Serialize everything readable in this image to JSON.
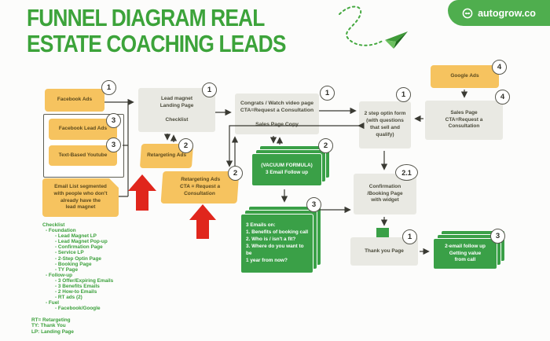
{
  "header": {
    "title_line1": "FUNNEL DIAGRAM REAL",
    "title_line2": "ESTATE COACHING LEADS",
    "brand": "autogrow.co"
  },
  "colors": {
    "accent_green": "#3ca33a",
    "page_green": "#3aa047",
    "box_orange": "#f6c35f",
    "box_gray": "#e9e9e3",
    "arrow_red": "#e0261c"
  },
  "nodes": {
    "facebook_ads": {
      "label": "Facebook Ads",
      "badge": "1"
    },
    "facebook_lead_ads": {
      "label": "Facebook Lead Ads",
      "badge": "3"
    },
    "text_based_youtube": {
      "label": "Text-Based Youtube",
      "badge": "3"
    },
    "email_list": {
      "label": "Email List segmented\nwith people who don't\nalready have the\nlead magnet"
    },
    "lead_magnet": {
      "label": "Lead magnet\nLanding Page\n\nChecklist",
      "badge": "1"
    },
    "retargeting_ads": {
      "label": "Retargeting Ads",
      "badge": "2"
    },
    "retargeting_cta": {
      "label": "Retargeting Ads\nCTA = Request a\nConsultation",
      "badge": "2"
    },
    "congrats": {
      "label": "Congrats / Watch video page\nCTA=Request a Consultation\n\nSales Page Copy",
      "badge": "1"
    },
    "vacuum": {
      "label": "(VACUUM FORMULA)\n3 Email Follow up",
      "badge": "2"
    },
    "three_emails": {
      "label": "3 Emails on:\n1. Benefits of booking call\n2. Who is / isn't a fit?\n3. Where do you want to be\n1 year from now?",
      "badge": "3"
    },
    "optin_form": {
      "label": "2 step optin form\n(with questions\nthat sell and\nqualify)",
      "badge": "1"
    },
    "google_ads": {
      "label": "Google Ads",
      "badge": "4"
    },
    "sales_page": {
      "label": "Sales Page\nCTA=Request a\nConsultation",
      "badge": "4"
    },
    "confirmation": {
      "label": "Confirmation\n/Booking Page\nwith widget",
      "badge": "2.1"
    },
    "thank_you": {
      "label": "Thank you Page",
      "badge": "1"
    },
    "followup_emails": {
      "label": "2-email follow up\nGetting value\nfrom call",
      "badge": "3"
    }
  },
  "checklist": {
    "items": [
      "Checklist",
      "- Foundation",
      "- Lead Magnet LP",
      "- Lead Magnet Pop-up",
      "- Confirmation Page",
      "- Service LP",
      "- 2-Step Optin Page",
      "- Booking Page",
      "- TY Page",
      "- Follow-up",
      "- 3 Offer/Expiring Emails",
      "- 3 Benefits Emails",
      "- 2 How-to Emails",
      "- RT ads (2)",
      "- Fuel",
      "- Facebook/Google"
    ]
  },
  "footnotes": [
    "RT= Retargeting",
    "TY: Thank You",
    "LP: Landing Page"
  ]
}
